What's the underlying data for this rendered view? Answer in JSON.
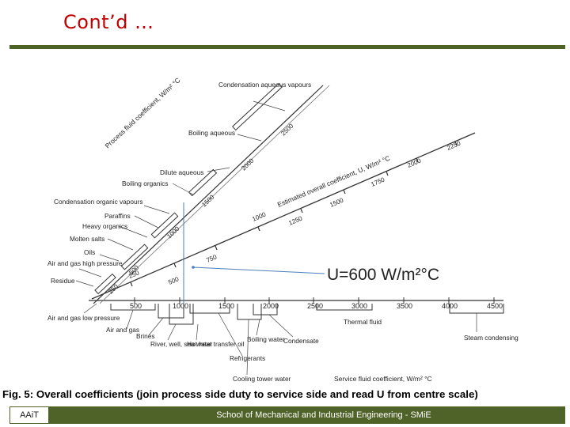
{
  "slide": {
    "title": "Cont’d …",
    "caption": "Fig. 5: Overall coefficients (join process side duty to service side and read U from centre scale)",
    "footer_left": "AAiT",
    "footer_right": "School of Mechanical and Industrial Engineering - SMiE"
  },
  "diagram": {
    "result_label": "U=600 W/m²°C",
    "process_axis_title": "Process fluid coefficient, W/m² °C",
    "centre_axis_title": "Estimated overall coefficient, U, W/m² °C",
    "service_axis_title": "Service fluid coefficient, W/m² °C",
    "process_ticks": [
      "250",
      "500",
      "1000",
      "1500",
      "2000",
      "2500"
    ],
    "centre_ticks": [
      "250",
      "500",
      "750",
      "1000",
      "1250",
      "1500",
      "1750",
      "2000",
      "2250"
    ],
    "service_ticks": [
      "500",
      "1000",
      "1500",
      "2000",
      "2500",
      "3000",
      "3500",
      "4000",
      "4500"
    ],
    "process_fluids": [
      "Condensation aqueous vapours",
      "Boiling aqueous",
      "Dilute aqueous",
      "Boiling organics",
      "Condensation organic vapours",
      "Paraffins",
      "Heavy organics",
      "Molten salts",
      "Oils",
      "Air and gas high pressure",
      "Residue",
      "Air and gas low pressure"
    ],
    "service_fluids": [
      "Air and gas",
      "Brines",
      "River, well, sea water",
      "Hot heat transfer oil",
      "Refrigerants",
      "Cooling tower water",
      "Boiling water",
      "Condensate",
      "Thermal fluid",
      "Steam condensing"
    ]
  }
}
